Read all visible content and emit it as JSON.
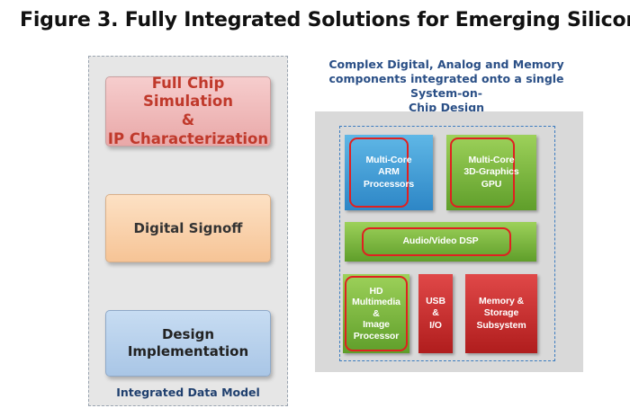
{
  "figure": {
    "title": "Figure 3.  Fully Integrated Solutions for Emerging Silicon"
  },
  "flow": {
    "stages": [
      {
        "line1": "Full Chip Simulation",
        "line2": "&",
        "line3": "IP Characterization"
      },
      {
        "line1": "Digital Signoff"
      },
      {
        "line1": "Design",
        "line2": "Implementation"
      }
    ],
    "caption": "Integrated Data Model"
  },
  "soc": {
    "caption_line1": "Complex Digital, Analog and Memory",
    "caption_line2": "components integrated onto a single System-on-",
    "caption_line3": "Chip Design",
    "blocks": {
      "arm": {
        "lines": [
          "Multi-Core",
          "ARM",
          "Processors"
        ]
      },
      "gpu": {
        "lines": [
          "Multi-Core",
          "3D-Graphics",
          "GPU"
        ]
      },
      "dsp": {
        "lines": [
          "Audio/Video DSP"
        ]
      },
      "hd": {
        "lines": [
          "HD",
          "Multimedia",
          "&",
          "Image",
          "Processor"
        ]
      },
      "usb": {
        "lines": [
          "USB",
          "&",
          "I/O"
        ]
      },
      "mem": {
        "lines": [
          "Memory &",
          "Storage",
          "Subsystem"
        ]
      }
    },
    "colors": {
      "processor_blue": "#2d86c6",
      "compute_green": "#5f9e2a",
      "io_red": "#b01d1d",
      "highlight_ring": "#e02020"
    }
  }
}
